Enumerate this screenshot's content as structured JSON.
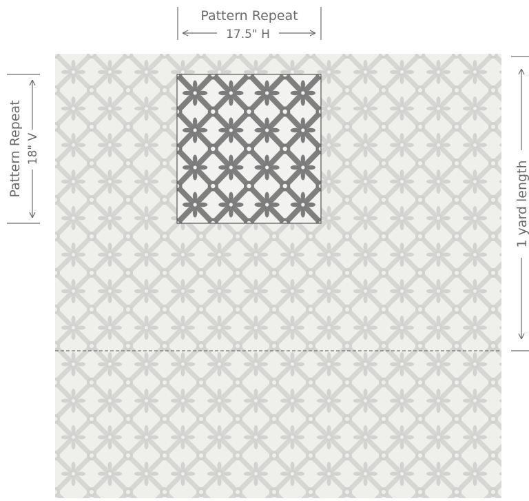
{
  "horizontal_repeat": {
    "title": "Pattern Repeat",
    "measure": "17.5\" H"
  },
  "vertical_repeat": {
    "title": "Pattern Repeat",
    "measure": "18\" V"
  },
  "length_indicator": {
    "label": "1 yard length"
  },
  "colors": {
    "fabric_background": "#efefec",
    "fabric_motif": "#d2d2d0",
    "repeat_background": "#f2f2f0",
    "repeat_motif": "#7b7b7b",
    "annotation": "#6a6a6a"
  }
}
